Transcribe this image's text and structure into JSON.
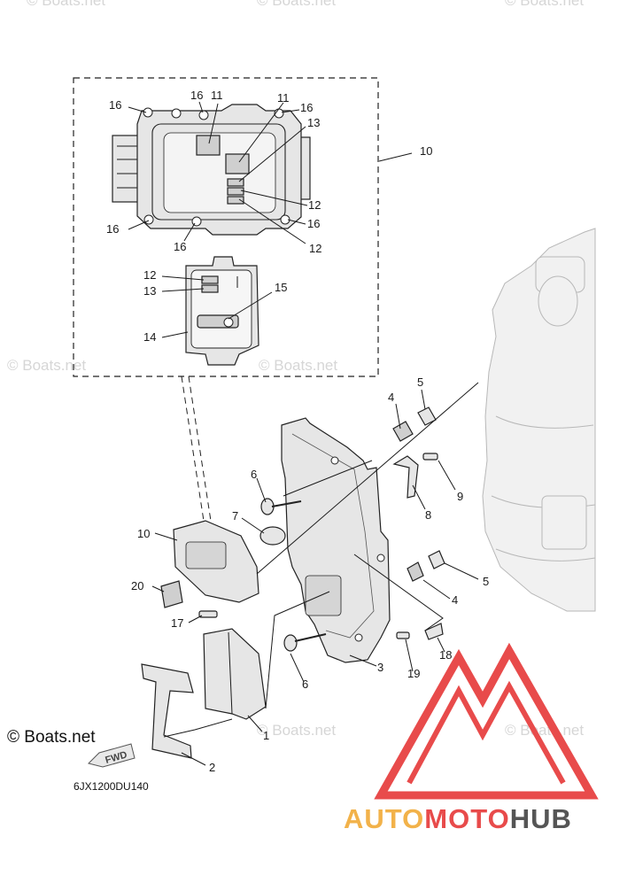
{
  "diagram_code": "6JX1200DU140",
  "copyright": "© Boats.net",
  "watermark_text": "© Boats.net",
  "fwd_label": "FWD",
  "brand": {
    "part1": "AUTO",
    "part2": "MOTO",
    "part3": "HUB",
    "color1": "#f2b24a",
    "color2": "#e84b4b",
    "color3": "#555555"
  },
  "callouts": {
    "c16a": "16",
    "c16b": "16",
    "c11a": "11",
    "c11b": "11",
    "c16c": "16",
    "c13a": "13",
    "c10a": "10",
    "c12a": "12",
    "c16d": "16",
    "c16e": "16",
    "c16f": "16",
    "c12b": "12",
    "c12c": "12",
    "c13b": "13",
    "c15": "15",
    "c14": "14",
    "c4a": "4",
    "c5a": "5",
    "c6a": "6",
    "c9": "9",
    "c7": "7",
    "c8": "8",
    "c10b": "10",
    "c5b": "5",
    "c20": "20",
    "c4b": "4",
    "c17": "17",
    "c18": "18",
    "c3": "3",
    "c19": "19",
    "c6b": "6",
    "c1": "1",
    "c2": "2"
  }
}
